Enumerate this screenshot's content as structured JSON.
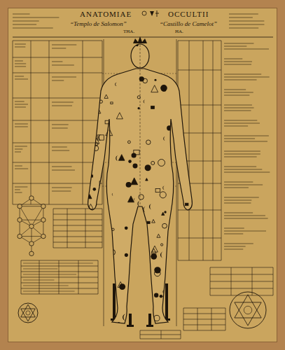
{
  "diagram": {
    "labels": [
      "ANATOMIAE",
      "OCCULTII",
      "“Templo de Salomon”",
      "“Castillo de Camelot”",
      "THA.",
      "HA."
    ]
  }
}
